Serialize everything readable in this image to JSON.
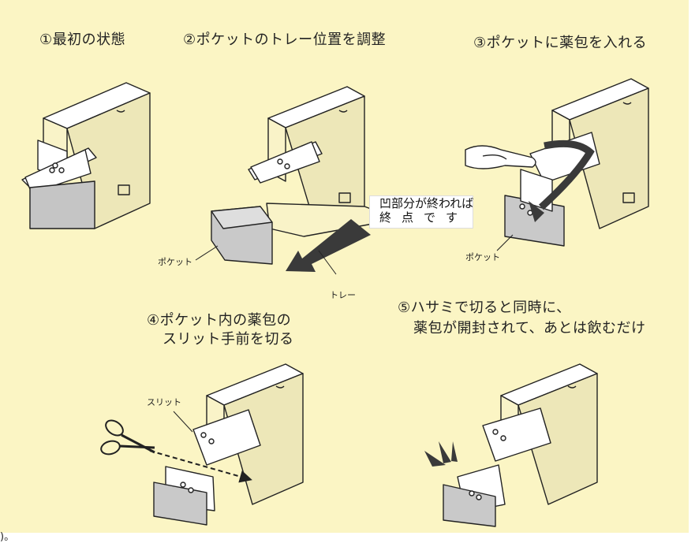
{
  "steps": [
    {
      "label": "①最初の状態"
    },
    {
      "label": "②ポケットのトレー位置を調整"
    },
    {
      "label": "③ポケットに薬包を入れる"
    },
    {
      "label_line1": "④ポケット内の薬包の",
      "label_line2": "スリット手前を切る"
    },
    {
      "label_line1": "⑤ハサミで切ると同時に、",
      "label_line2": "薬包が開封されて、あとは飲むだけ"
    }
  ],
  "callout": {
    "line1": "凹部分が終われば",
    "line2": "終点です"
  },
  "labels": {
    "pocket_step2": "ポケット",
    "tray": "トレー",
    "pocket_step3": "ポケット",
    "slit": "スリット"
  },
  "stray_mark": ")。",
  "colors": {
    "background": "#fbf5c4",
    "box_front": "#f9f3c8",
    "box_side": "#ede7b8",
    "pocket": "#c9c9c9",
    "arrow": "#3a3a3a"
  }
}
